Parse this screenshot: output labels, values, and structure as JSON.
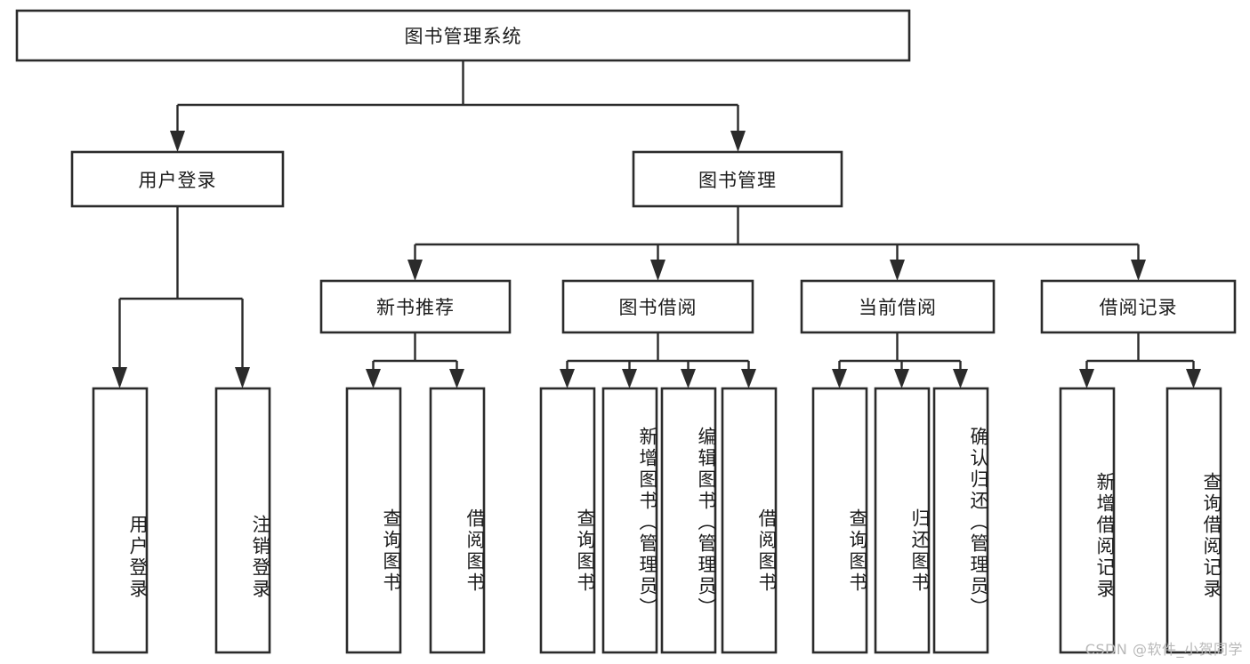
{
  "diagram": {
    "type": "tree-org-chart",
    "title": "图书管理系统",
    "watermark": "CSDN @软件_小贺同学",
    "colors": {
      "background": "#ffffff",
      "box_stroke": "#2b2b2b",
      "box_fill": "#ffffff",
      "text": "#1c1c1c",
      "connector": "#2b2b2b",
      "watermark": "#b9b9b9"
    },
    "root": {
      "label": "图书管理系统"
    },
    "level1": [
      {
        "label": "用户登录"
      },
      {
        "label": "图书管理"
      }
    ],
    "level2": [
      {
        "label": "新书推荐"
      },
      {
        "label": "图书借阅"
      },
      {
        "label": "当前借阅"
      },
      {
        "label": "借阅记录"
      }
    ],
    "leaves": {
      "user_login": [
        {
          "label": "用户登录"
        },
        {
          "label": "注销登录"
        }
      ],
      "new_book_recommend": [
        {
          "label": "查询图书"
        },
        {
          "label": "借阅图书"
        }
      ],
      "book_borrow": [
        {
          "label": "查询图书"
        },
        {
          "label": "新增图书（管理员）"
        },
        {
          "label": "编辑图书（管理员）"
        },
        {
          "label": "借阅图书"
        }
      ],
      "current_borrow": [
        {
          "label": "查询图书"
        },
        {
          "label": "归还图书"
        },
        {
          "label": "确认归还（管理员）"
        }
      ],
      "borrow_records": [
        {
          "label": "新增借阅记录"
        },
        {
          "label": "查询借阅记录"
        }
      ]
    }
  }
}
